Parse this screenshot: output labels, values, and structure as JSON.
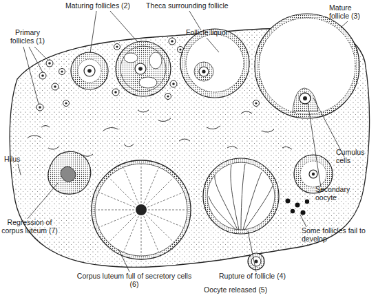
{
  "diagram": {
    "labels": [
      "Maturing follicles (2)",
      "Theca surrounding follicle",
      "Mature follicle (3)",
      "Primary follicles (1)",
      "Follicle liquor",
      "Hilus",
      "Cumulus cells",
      "Secondary oocyte",
      "Some follicles fail to develop",
      "Regression of corpus luteum (7)",
      "Corpus luteum full of secretory cells (6)",
      "Rupture of follicle (4)",
      "Oocyte released (5)"
    ]
  }
}
